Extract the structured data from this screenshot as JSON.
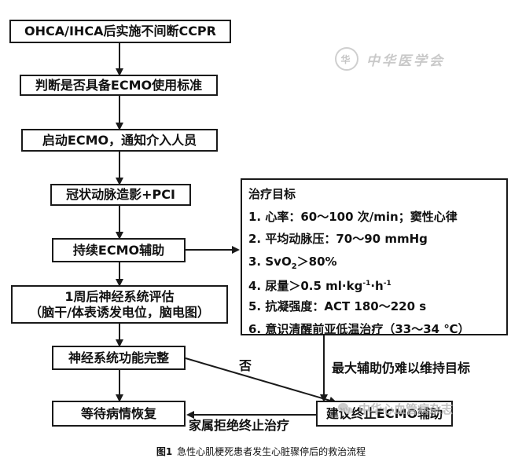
{
  "flowchart": {
    "steps": [
      "OHCA/IHCA后实施不间断CCPR",
      "判断是否具备ECMO使用标准",
      "启动ECMO，通知介入人员",
      "冠状动脉造影+PCI",
      "持续ECMO辅助",
      "1周后神经系统评估",
      "（脑干/体表诱发电位，脑电图）",
      "神经系统功能完整",
      "等待病情恢复",
      "建议终止ECMO辅助"
    ],
    "goals_title": "治疗目标",
    "goals": [
      "1. 心率：60～100 次/min；窦性心律",
      "2. 平均动脉压：70～90 mmHg",
      "3. SvO",
      "2",
      "＞80%",
      "4. 尿量＞0.5 ml·kg",
      "-1",
      "·h",
      "-1",
      "5. 抗凝强度：ACT 180～220 s",
      "6. 意识清醒前亚低温治疗（33～34 ℃）"
    ],
    "edge_labels": {
      "no": "否",
      "hard_to_maintain": "最大辅助仍难以维持目标",
      "family_refuses": "家属拒绝终止治疗"
    }
  },
  "caption": {
    "figure": "图1",
    "text": "急性心肌梗死患者发生心脏骤停后的救治流程"
  },
  "watermarks": {
    "top_seal": "华",
    "top_text": "中华医学会",
    "bottom_text": "中华心血管病杂志"
  }
}
